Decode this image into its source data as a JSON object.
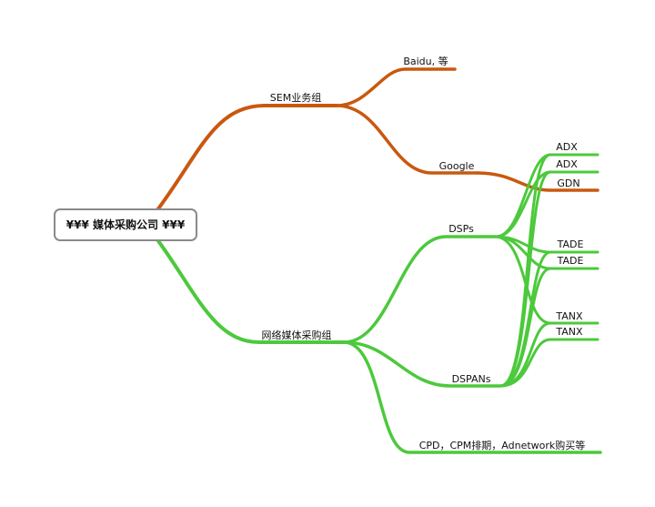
{
  "colors": {
    "orange_branch": "#c9580f",
    "green_branch": "#4cc93c",
    "root_border": "#8a8a8a"
  },
  "root": {
    "label": "¥¥¥ 媒体采购公司 ¥¥¥"
  },
  "sem": {
    "label": "SEM业务组",
    "children": {
      "baidu": "Baidu, 等",
      "google": "Google",
      "gdn": "GDN"
    }
  },
  "net": {
    "label": "网络媒体采购组",
    "dsps": "DSPs",
    "dspans": "DSPANs",
    "cpd": "CPD，CPM排期，Adnetwork购买等",
    "leaves": {
      "adx1": "ADX",
      "adx2": "ADX",
      "tade1": "TADE",
      "tade2": "TADE",
      "tanx1": "TANX",
      "tanx2": "TANX"
    }
  }
}
